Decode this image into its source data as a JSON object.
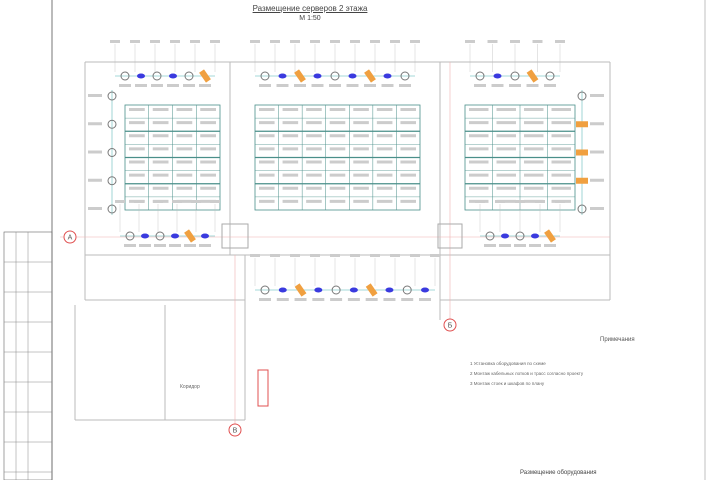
{
  "drawing": {
    "title": "Размещение серверов 2 этажа",
    "scale": "М 1:50",
    "room_label": "Коридор",
    "notes_heading": "Примечания",
    "notes": [
      "1  Установка оборудования по схеме",
      "2  Монтаж кабельных лотков и трасс согласно проекту",
      "3  Монтаж стоек и шкафов по плану"
    ],
    "footer": "Размещение оборудования",
    "axes": [
      "А",
      "Б",
      "В"
    ],
    "colors": {
      "rack_grid": "#4a8f8a",
      "device_blue": "#3a3adf",
      "device_orange": "#f0a040",
      "axis_red": "#e05050",
      "wall": "#bbbbbb"
    }
  }
}
